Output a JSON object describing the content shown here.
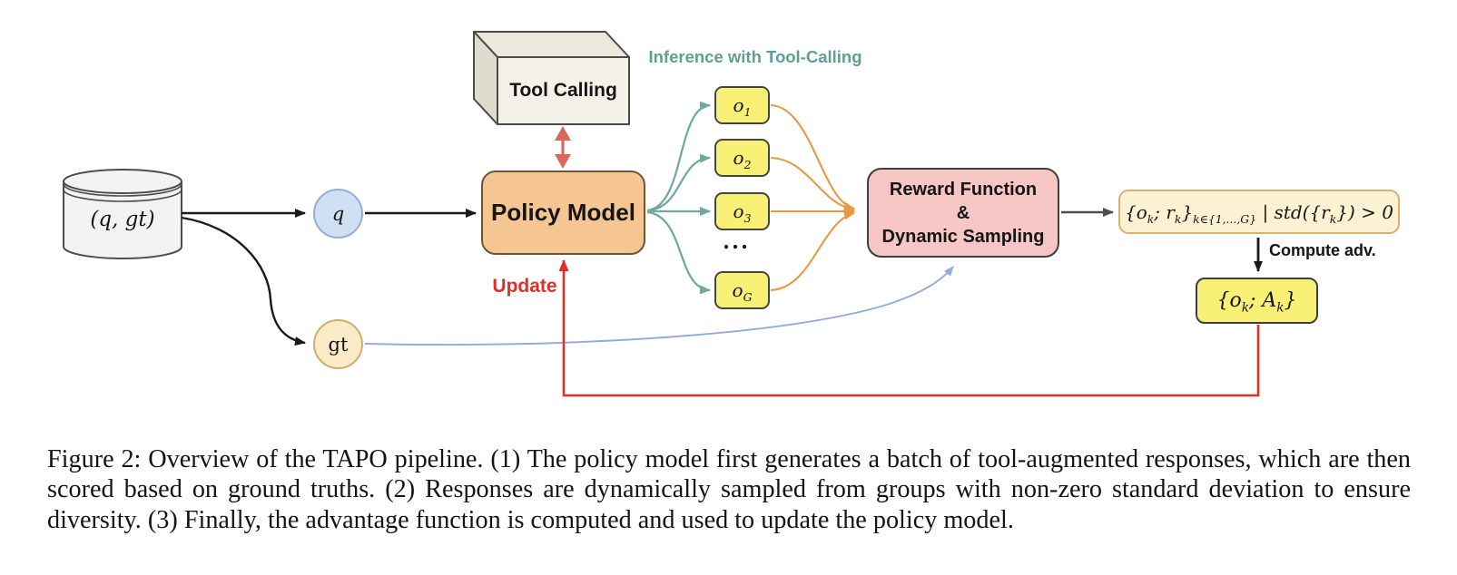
{
  "diagram": {
    "title": "Inference with Tool-Calling",
    "database": {
      "label": "(q, gt)"
    },
    "query_node": {
      "label": "q"
    },
    "groundtruth_node": {
      "label": "gt"
    },
    "tool_calling": {
      "label": "Tool Calling"
    },
    "policy_model": {
      "label": "Policy Model"
    },
    "responses": [
      {
        "base": "o",
        "sub": "1"
      },
      {
        "base": "o",
        "sub": "2"
      },
      {
        "base": "o",
        "sub": "3"
      },
      {
        "base": "o",
        "sub": "G"
      }
    ],
    "ellipsis": "...",
    "reward": {
      "line1": "Reward Function",
      "line2": "&",
      "line3": "Dynamic Sampling"
    },
    "selection_box": {
      "p1": "{o",
      "s1": "k",
      "p2": "; r",
      "s2": "k",
      "p3": "}",
      "s3": "k∈{1,...,G}",
      "p4": " | std({r",
      "s4": "k",
      "p5": "}) > 0"
    },
    "compute_adv": "Compute adv.",
    "advantage_box": {
      "p1": "{o",
      "s1": "k",
      "p2": "; A",
      "s2": "k",
      "p3": "}"
    },
    "update_label": "Update",
    "colors": {
      "teal_text": "#5E9E94",
      "teal_arrow": "#6FA89F",
      "orange_arrow": "#E89A43",
      "red_update": "#E03025",
      "salmon_arrow": "#D9695F",
      "blue_line": "#93ABD8",
      "black_arrow": "#1A1A1A",
      "gray_arrow": "#4D4D4D",
      "yellow_box": "#F8F176",
      "orange_box": "#F6C692",
      "pink_box": "#F6C6C4",
      "cream_box": "#FCF1D3",
      "blue_node": "#CFE0F2",
      "tan_node": "#FBECC7",
      "cube_front": "#F4F2E8",
      "cylinder_fill": "#F3F3F3"
    }
  },
  "caption": {
    "text": "Figure 2: Overview of the TAPO pipeline. (1) The policy model first generates a batch of tool-augmented responses, which are then scored based on ground truths. (2) Responses are dynamically sampled from groups with non-zero standard deviation to ensure diversity. (3) Finally, the advantage function is computed and used to update the policy model."
  }
}
